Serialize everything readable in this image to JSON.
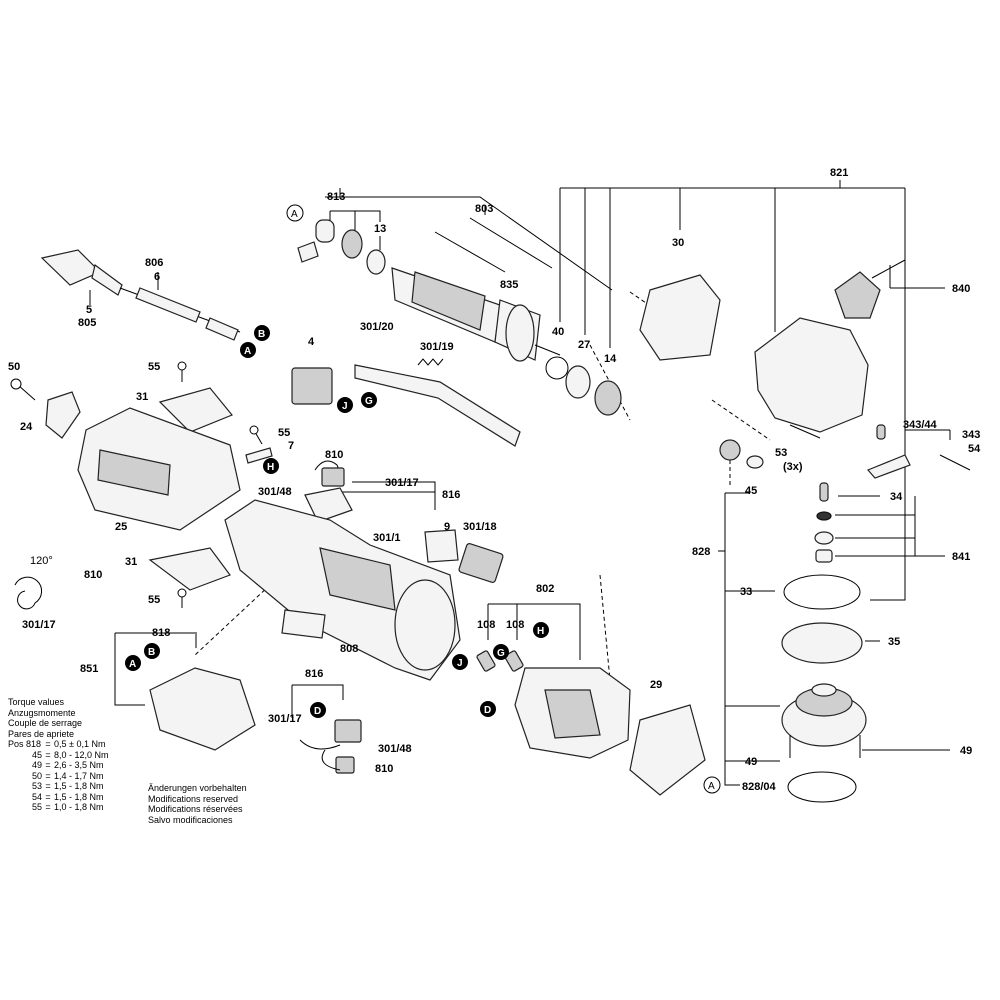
{
  "labels": {
    "l821": "821",
    "l813": "813",
    "l803": "803",
    "l13": "13",
    "l835": "835",
    "l806": "806",
    "l6": "6",
    "l5": "5",
    "l805": "805",
    "l30": "30",
    "l840": "840",
    "l40": "40",
    "l27": "27",
    "l14": "14",
    "l301_20": "301/20",
    "l301_19": "301/19",
    "l4": "4",
    "l50": "50",
    "l55a": "55",
    "l31a": "31",
    "l24": "24",
    "l25": "25",
    "l55b": "55",
    "l7": "7",
    "l810a": "810",
    "l301_17a": "301/17",
    "l301_48a": "301/48",
    "l816a": "816",
    "l301_1": "301/1",
    "l9": "9",
    "l301_18": "301/18",
    "l53": "53",
    "l3x": "(3x)",
    "l45": "45",
    "l343_44": "343/44",
    "l343": "343",
    "l54": "54",
    "l34": "34",
    "l828": "828",
    "l841": "841",
    "l33": "33",
    "l35": "35",
    "l49a": "49",
    "l49b": "49",
    "l828_04": "828/04",
    "l120": "120°",
    "l810b": "810",
    "l31b": "31",
    "l55c": "55",
    "l301_17b": "301/17",
    "l818": "818",
    "l851": "851",
    "l808": "808",
    "l802": "802",
    "l108a": "108",
    "l108b": "108",
    "l29": "29",
    "l816b": "816",
    "l301_17c": "301/17",
    "l301_48b": "301/48",
    "l810c": "810"
  },
  "markers": {
    "A": "A",
    "B": "B",
    "D": "D",
    "G": "G",
    "H": "H",
    "J": "J"
  },
  "torque": {
    "title": [
      "Torque values",
      "Anzugsmomente",
      "Couple de serrage",
      "Pares de apriete"
    ],
    "rows": [
      {
        "pos": "Pos 818",
        "eq": "=",
        "val": "0,5 ± 0,1 Nm"
      },
      {
        "pos": "45",
        "eq": "=",
        "val": "8,0 - 12,0 Nm"
      },
      {
        "pos": "49",
        "eq": "=",
        "val": "2,6 - 3,5 Nm"
      },
      {
        "pos": "50",
        "eq": "=",
        "val": "1,4 - 1,7 Nm"
      },
      {
        "pos": "53",
        "eq": "=",
        "val": "1,5 - 1,8 Nm"
      },
      {
        "pos": "54",
        "eq": "=",
        "val": "1,5 - 1,8 Nm"
      },
      {
        "pos": "55",
        "eq": "=",
        "val": "1,0 - 1,8 Nm"
      }
    ]
  },
  "remarks": [
    "Änderungen vorbehalten",
    "Modifications reserved",
    "Modifications réservées",
    "Salvo modificaciones"
  ]
}
